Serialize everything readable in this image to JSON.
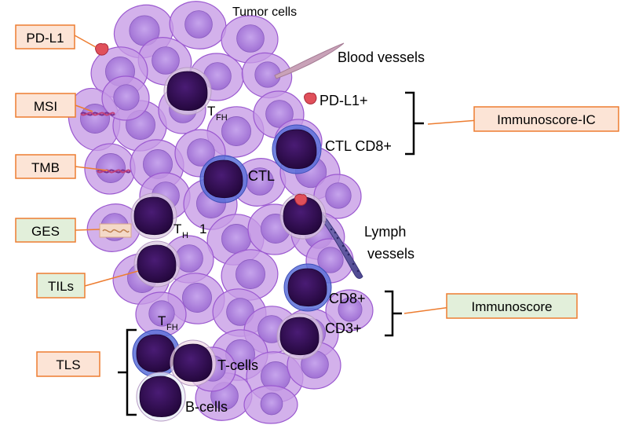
{
  "labels": {
    "tumor_cells": "Tumor cells",
    "blood_vessels": "Blood vessels",
    "pdl1_plus": "PD-L1+",
    "ctl_cd8_plus": "CTL CD8+",
    "ctl": "CTL",
    "tfh_main": "T",
    "tfh_sub": "FH",
    "th1_main": "T",
    "th1_sub": "H",
    "th1_suffix": "1",
    "lymph_line1": "Lymph",
    "lymph_line2": "vessels",
    "cd8_plus": "CD8+",
    "cd3_plus": "CD3+",
    "tfh2_main": "T",
    "tfh2_sub": "FH",
    "t_cells": "T-cells",
    "b_cells": "B-cells"
  },
  "callouts": {
    "pdl1": "PD-L1",
    "msi": "MSI",
    "tmb": "TMB",
    "ges": "GES",
    "tils": "TILs",
    "tls": "TLS",
    "immunoscore_ic": "Immunoscore-IC",
    "immunoscore": "Immunoscore"
  },
  "colors": {
    "orange_border": "#ED7D31",
    "orange_fill": "#FCE4D6",
    "green_fill": "#E2EFDA",
    "cell_fill": "#C79BE6",
    "cell_stroke": "#9B59D0",
    "nucleus_fill": "#A77AD4",
    "lymph_fill": "#2E0A4E",
    "ring_blue": "#5A6FD8",
    "pdl1_red": "#E0505A"
  }
}
